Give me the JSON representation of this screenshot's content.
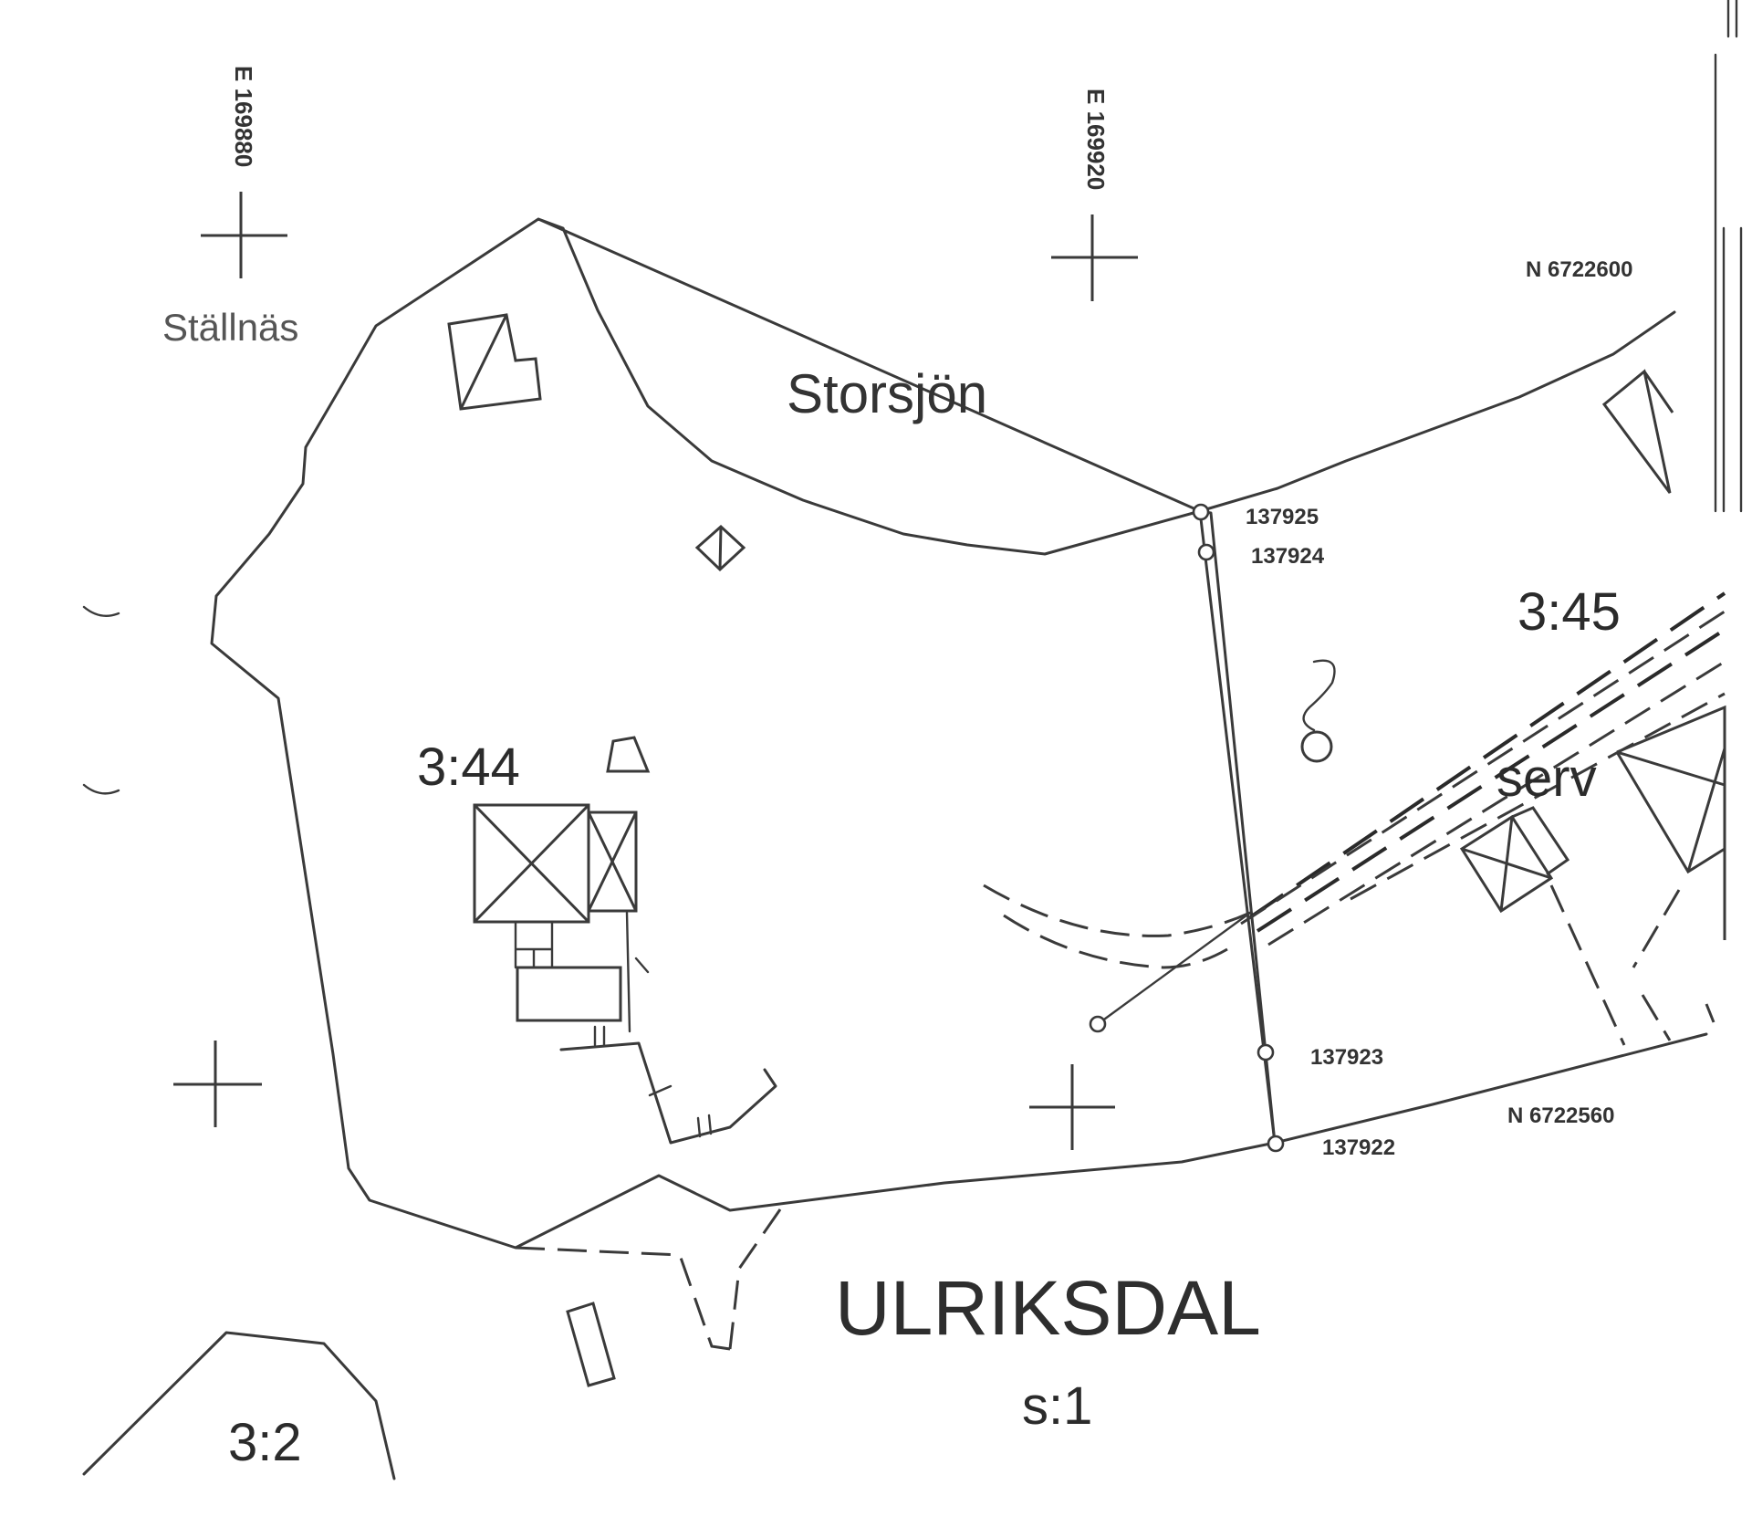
{
  "map": {
    "place_name": "Ställnäs",
    "lake_name": "Storsjön",
    "locality": "ULRIKSDAL",
    "locality_parcel": "s:1",
    "parcels": {
      "main": "3:44",
      "east": "3:45",
      "south": "3:2"
    },
    "service_label": "serv",
    "grid_coords": {
      "e1": "E 169880",
      "e2": "E 169920",
      "n_top": "N 6722600",
      "n_bottom": "N 6722560"
    },
    "boundary_points": [
      "137925",
      "137924",
      "137923",
      "137922"
    ],
    "colors": {
      "ink": "#3a3a3a",
      "paper": "#ffffff"
    }
  }
}
